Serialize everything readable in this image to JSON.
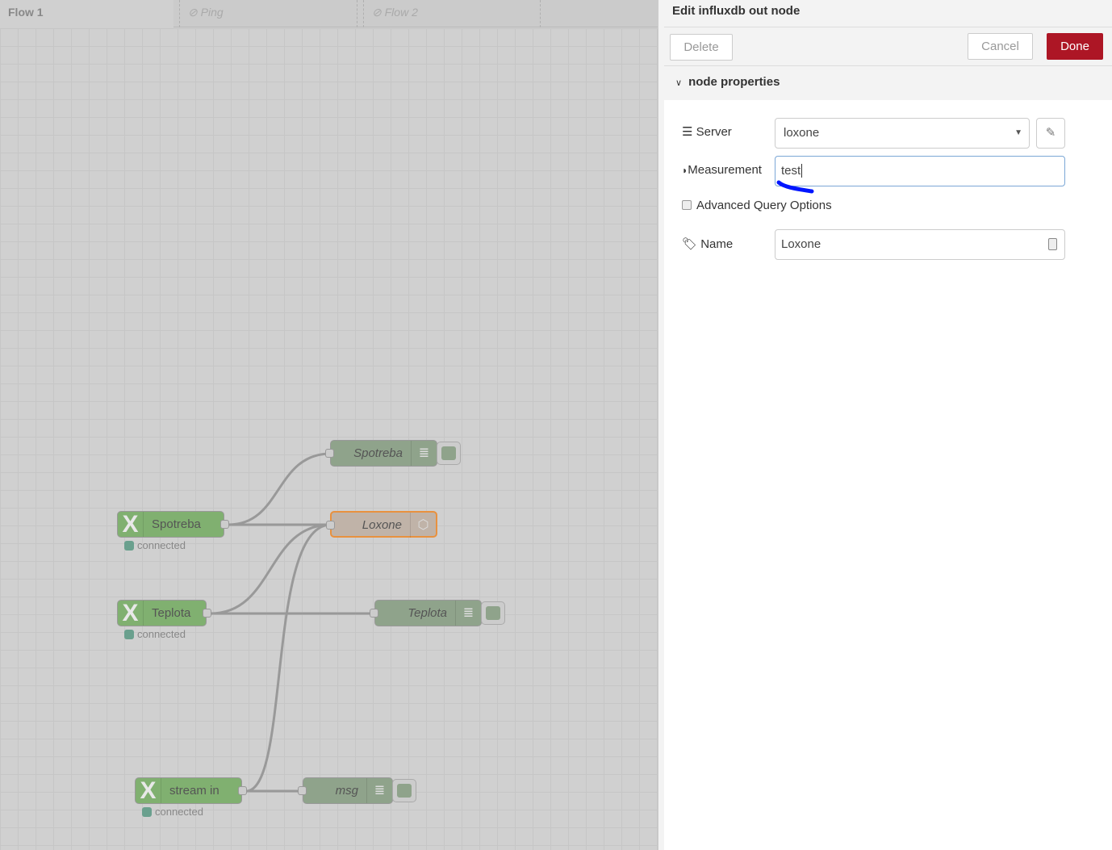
{
  "tabs": [
    {
      "label": "Flow 1"
    },
    {
      "label": "Ping",
      "disabled": true
    },
    {
      "label": "Flow 2",
      "disabled": true
    }
  ],
  "flow": {
    "inject_nodes": [
      {
        "label": "Spotreba",
        "status": "connected"
      },
      {
        "label": "Teplota",
        "status": "connected"
      },
      {
        "label": "stream in",
        "status": "connected"
      }
    ],
    "debug_nodes": [
      {
        "label": "Spotreba"
      },
      {
        "label": "Teplota"
      },
      {
        "label": "msg"
      }
    ],
    "influx_node": {
      "label": "Loxone"
    }
  },
  "panel": {
    "title": "Edit influxdb out node",
    "delete": "Delete",
    "cancel": "Cancel",
    "done": "Done",
    "section": "node properties",
    "server_label": "Server",
    "server_value": "loxone",
    "measurement_label": "Measurement",
    "measurement_value": "test",
    "advanced_label": "Advanced Query Options",
    "name_label": "Name",
    "name_value": "Loxone"
  },
  "colors": {
    "done": "#ad1625",
    "selected": "#ff7f0e"
  }
}
